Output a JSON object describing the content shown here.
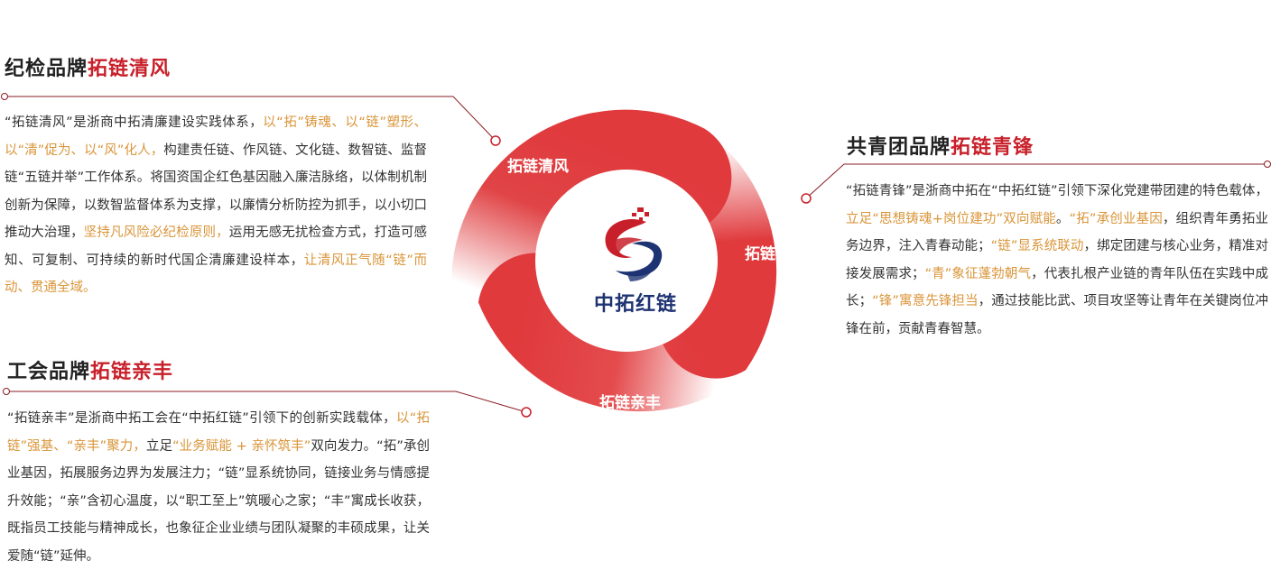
{
  "center": {
    "brand": "中拓红链"
  },
  "ring_labels": {
    "clean": "拓链清风",
    "youth": "拓链青锋",
    "union": "拓链亲丰"
  },
  "sections": {
    "clean": {
      "title_prefix": "纪检品牌",
      "title_highlight": "拓链清风",
      "runs": [
        {
          "t": "“拓链清风”是浙商中拓清廉建设实践体系，",
          "c": "n"
        },
        {
          "t": "以“拓”铸魂、以“链”塑形、以“清”促为、以“风”化人，",
          "c": "o"
        },
        {
          "t": "构建责任链、作风链、文化链、数智链、监督链“五链并举”工作体系。将国资国企红色基因融入廉洁脉络，以体制机制创新为保障，以数智监督体系为支撑，以廉情分析防控为抓手，以小切口推动大治理，",
          "c": "n"
        },
        {
          "t": "坚持凡风险必纪检原则，",
          "c": "o"
        },
        {
          "t": "运用无感无扰检查方式，打造可感知、可复制、可持续的新时代国企清廉建设样本，",
          "c": "n"
        },
        {
          "t": "让清风正气随“链”而动、贯通全域。",
          "c": "o"
        }
      ]
    },
    "youth": {
      "title_prefix": "共青团品牌",
      "title_highlight": "拓链青锋",
      "runs": [
        {
          "t": "“拓链青锋”是浙商中拓在“中拓红链”引领下深化党建带团建的特色载体，",
          "c": "n"
        },
        {
          "t": "立足“思想铸魂+岗位建功”双向赋能",
          "c": "o"
        },
        {
          "t": "。",
          "c": "n"
        },
        {
          "t": "“拓”承创业基因",
          "c": "o"
        },
        {
          "t": "，组织青年勇拓业务边界，注入青春动能；",
          "c": "n"
        },
        {
          "t": "“链”显系统联动",
          "c": "o"
        },
        {
          "t": "，绑定团建与核心业务，精准对接发展需求；",
          "c": "n"
        },
        {
          "t": "“青”象征蓬勃朝气",
          "c": "o"
        },
        {
          "t": "，代表扎根产业链的青年队伍在实践中成长；",
          "c": "n"
        },
        {
          "t": "“锋”寓意先锋担当",
          "c": "o"
        },
        {
          "t": "，通过技能比武、项目攻坚等让青年在关键岗位冲锋在前，贡献青春智慧。",
          "c": "n"
        }
      ]
    },
    "union": {
      "title_prefix": "工会品牌",
      "title_highlight": "拓链亲丰",
      "runs": [
        {
          "t": "“拓链亲丰”是浙商中拓工会在“中拓红链”引领下的创新实践载体，",
          "c": "n"
        },
        {
          "t": "以“拓链”强基、“亲丰”聚力，",
          "c": "o"
        },
        {
          "t": "立足",
          "c": "n"
        },
        {
          "t": "“业务赋能 + 亲怀筑丰”",
          "c": "o"
        },
        {
          "t": "双向发力。“拓”承创业基因，拓展服务边界为发展注力；“链”显系统协同，链接业务与情感提升效能；“亲”含初心温度，以“职工至上”筑暖心之家；“丰”寓成长收获，既指员工技能与精神成长，也象征企业业绩与团队凝聚的丰硕成果，让关爱随“链”延伸。",
          "c": "n"
        }
      ]
    }
  },
  "colors": {
    "red": "#c8202a",
    "ring_red": "#e03a3d",
    "orange": "#d9953a",
    "navy": "#1e3372",
    "text": "#333333"
  }
}
